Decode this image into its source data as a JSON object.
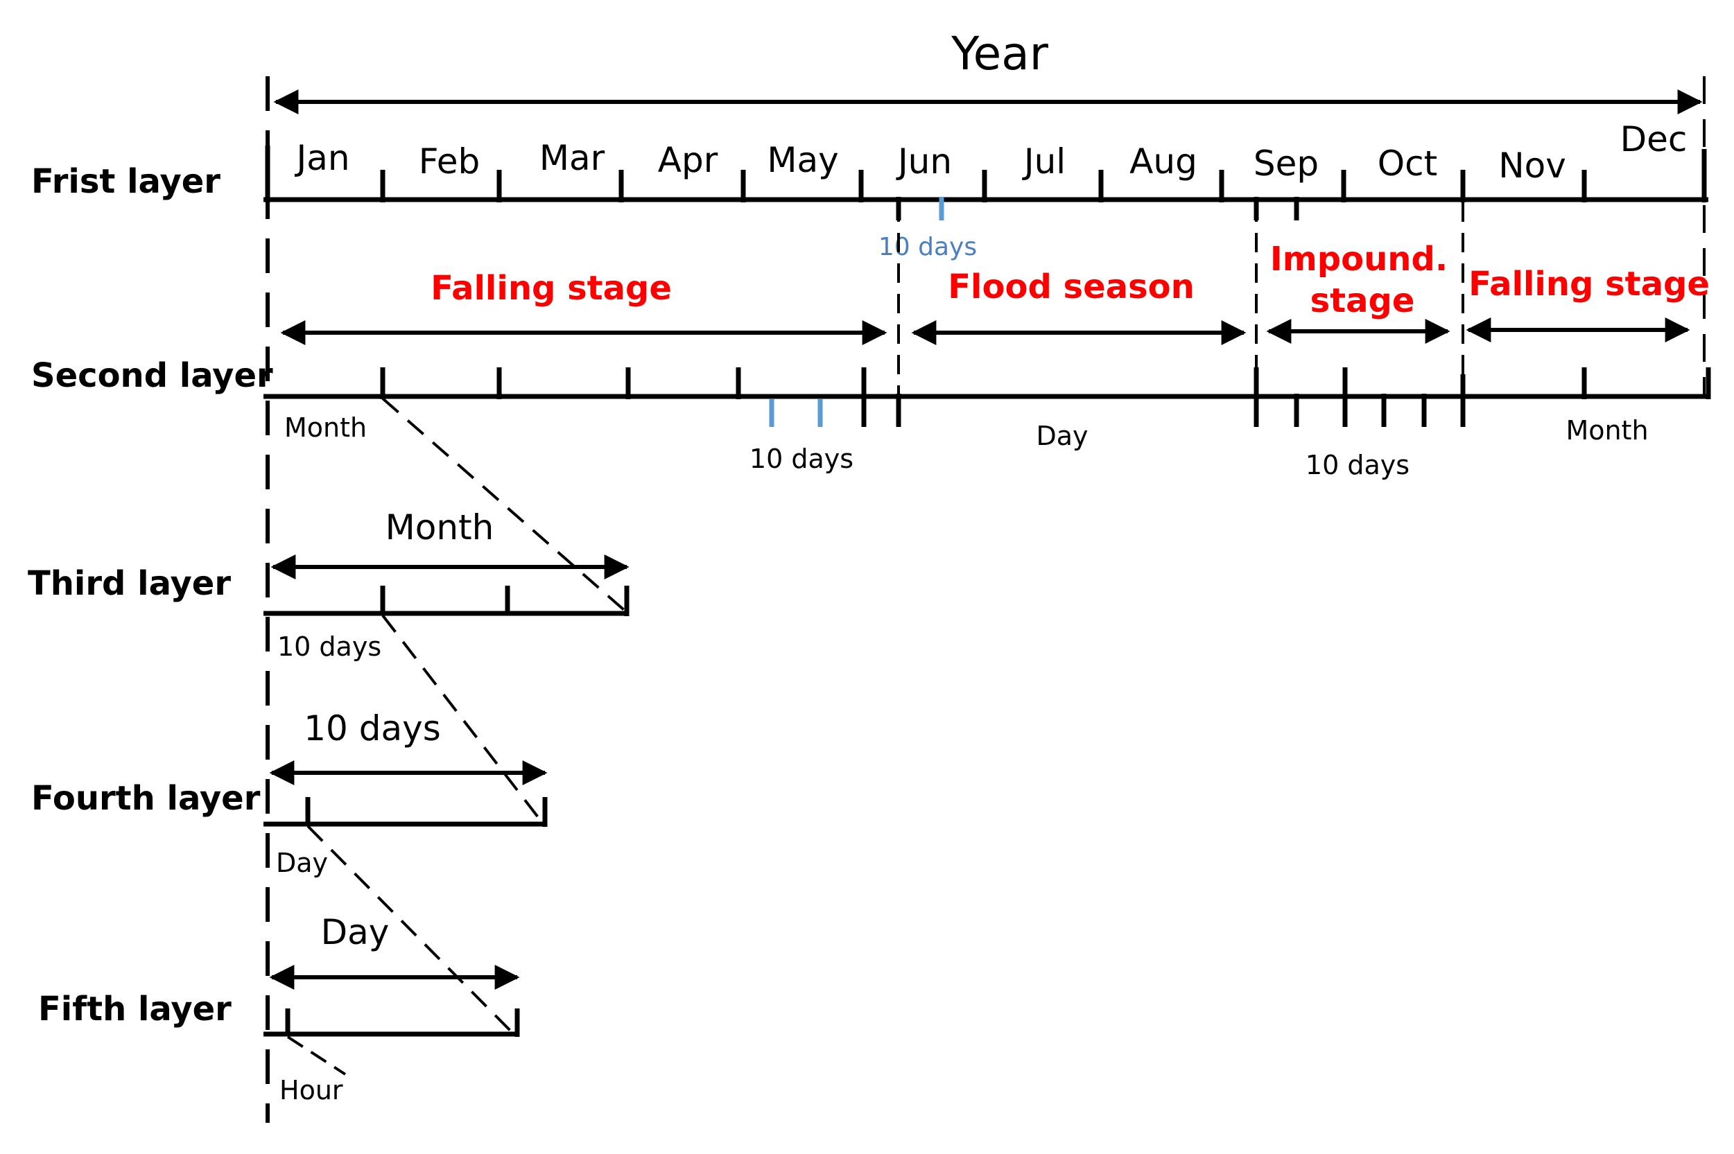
{
  "title": "Year",
  "colors": {
    "stage": "#ff0000",
    "blue_text": "#4a7fc0",
    "blue_tick": "#5b9bd5",
    "dark_text": "#1f3864",
    "line": "#000000"
  },
  "layers": {
    "first": "Frist layer",
    "second": "Second layer",
    "third": "Third layer",
    "fourth": "Fourth layer",
    "fifth": "Fifth layer"
  },
  "months": [
    "Jan",
    "Feb",
    "Mar",
    "Apr",
    "May",
    "Jun",
    "Jul",
    "Aug",
    "Sep",
    "Oct",
    "Nov",
    "Dec"
  ],
  "stages": {
    "falling1": "Falling stage",
    "flood": "Flood season",
    "impound1": "Impound.",
    "impound2": "stage",
    "falling2": "Falling stage"
  },
  "first_layer": {
    "jun_note": "10 days"
  },
  "second_layer": {
    "month_left": "Month",
    "ten_days_left": "10 days",
    "day_middle": "Day",
    "ten_days_right": "10 days",
    "month_right": "Month"
  },
  "third_layer": {
    "span": "Month",
    "unit": "10 days"
  },
  "fourth_layer": {
    "span": "10 days",
    "unit": "Day"
  },
  "fifth_layer": {
    "span": "Day",
    "unit": "Hour"
  }
}
